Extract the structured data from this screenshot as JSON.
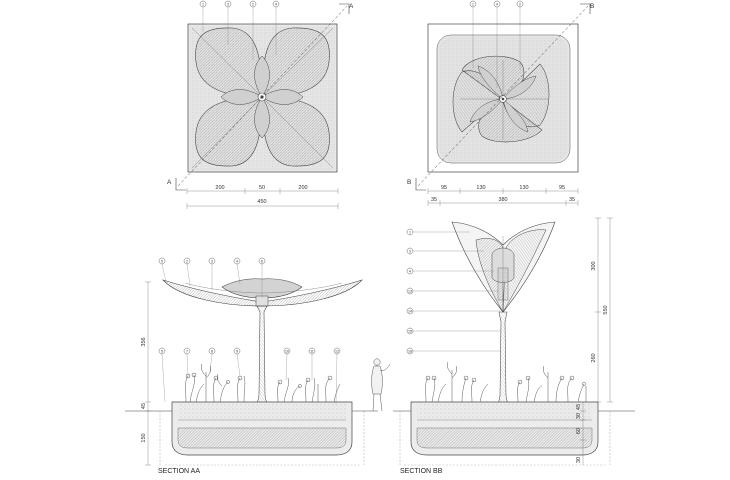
{
  "plan_a": {
    "callouts": [
      "1",
      "3",
      "2",
      "4"
    ],
    "cut_label_top": "A",
    "cut_label_bottom": "A",
    "dims_row1": [
      "200",
      "50",
      "200"
    ],
    "dims_row2": [
      "450"
    ]
  },
  "plan_b": {
    "callouts": [
      "1",
      "4",
      "2"
    ],
    "cut_label_top": "B",
    "cut_label_bottom": "B",
    "dims_row1": [
      "95",
      "130",
      "130",
      "95"
    ],
    "dims_row2": [
      "35",
      "380",
      "35"
    ]
  },
  "section_aa": {
    "title": "SECTION AA",
    "top_callouts": [
      "5",
      "2",
      "3",
      "4",
      "6"
    ],
    "bottom_callouts": [
      "5",
      "7",
      "8",
      "9",
      "10",
      "11",
      "12"
    ],
    "vertical_dims": [
      "356",
      "45",
      "150"
    ]
  },
  "section_bb": {
    "title": "SECTION BB",
    "side_callouts": [
      "1",
      "3",
      "4",
      "13",
      "14",
      "15",
      "16"
    ],
    "vertical_dims_outer": [
      "550"
    ],
    "vertical_dims_inner": [
      "300",
      "260"
    ],
    "vertical_dims_base": [
      "45",
      "30",
      "60",
      "30"
    ]
  },
  "colors": {
    "line": "#444444",
    "hatch": "#888888",
    "fill_petal": "#d9d9d9",
    "fill_planter": "#e6e6e6",
    "soil": "#cfcfcf"
  }
}
